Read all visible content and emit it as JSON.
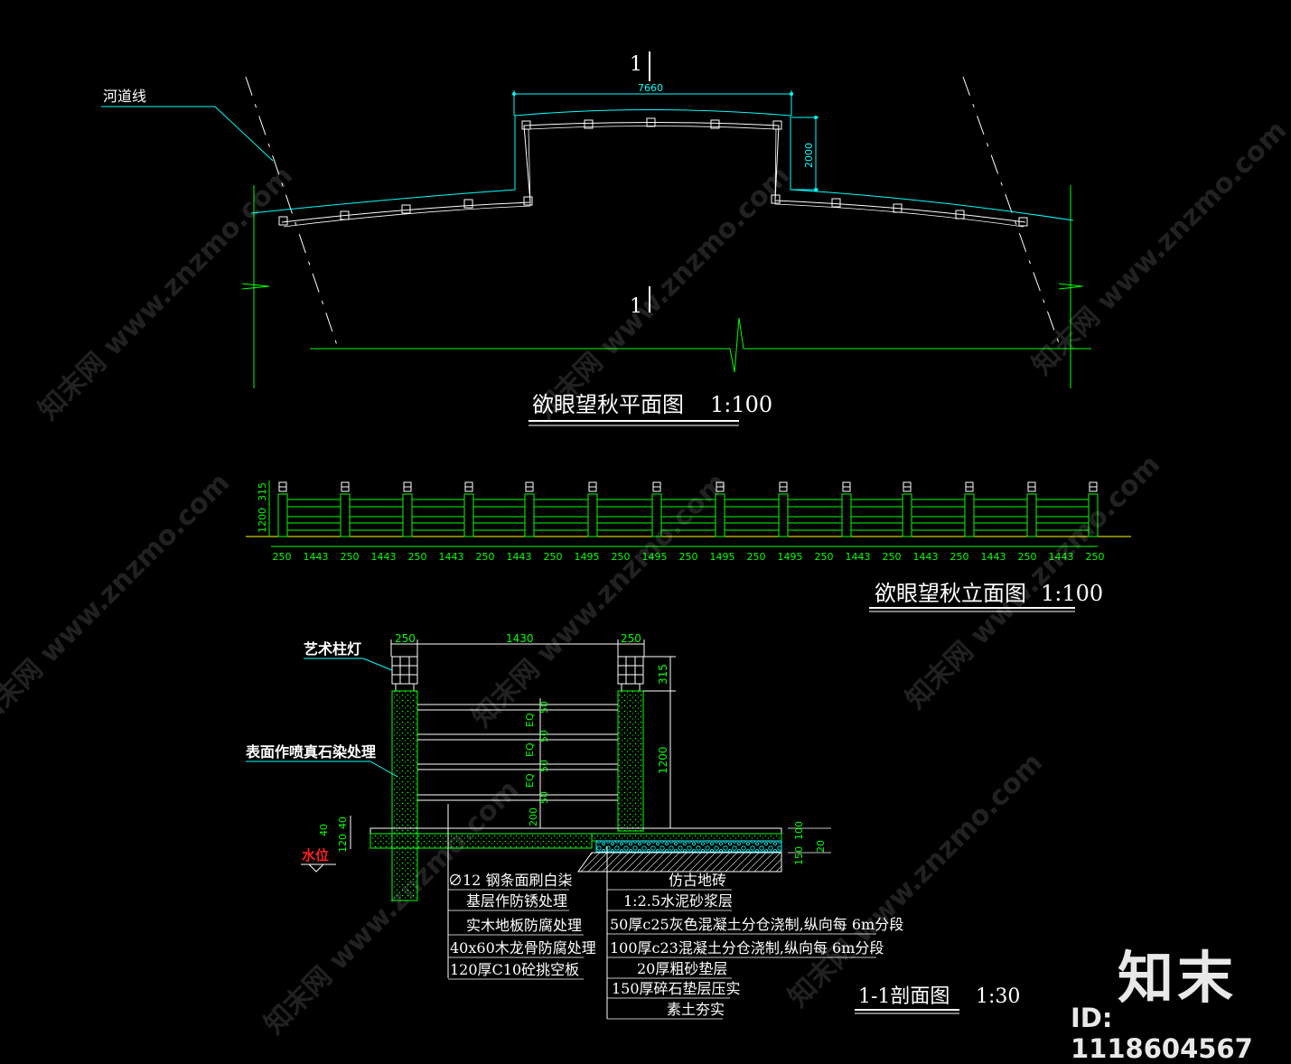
{
  "plan": {
    "river_line_label": "河道线",
    "section_mark_top": "1",
    "section_mark_bottom": "1",
    "dim_width": "7660",
    "dim_depth": "2000",
    "title": "欲眼望秋平面图",
    "scale": "1:100"
  },
  "elevation": {
    "dim_cap": "315",
    "dim_height": "1200",
    "bottom_dims": [
      "250",
      "1443",
      "250",
      "1443",
      "250",
      "1443",
      "250",
      "1443",
      "250",
      "1495",
      "250",
      "1495",
      "250",
      "1495",
      "250",
      "1495",
      "250",
      "1443",
      "250",
      "1443",
      "250",
      "1443",
      "250",
      "1443",
      "250"
    ],
    "title": "欲眼望秋立面图",
    "scale": "1:100"
  },
  "section": {
    "art_lamp_label": "艺术柱灯",
    "surface_label": "表面作喷真石染处理",
    "water_label": "水位",
    "dim_post_left": "250",
    "dim_span": "1430",
    "dim_post_right": "250",
    "dim_cap": "315",
    "dim_height": "1200",
    "rail_dims": [
      "50",
      "EQ",
      "50",
      "EQ",
      "50",
      "EQ",
      "50"
    ],
    "dim_base": "200",
    "left_dims": [
      "40",
      "40",
      "120"
    ],
    "right_dims": [
      "100",
      "150",
      "20"
    ],
    "left_notes": [
      "∅12 钢条面刷白柒",
      "基层作防锈处理",
      "实木地板防腐处理",
      "40x60木龙骨防腐处理",
      "120厚C10砼挑空板"
    ],
    "right_notes": [
      "仿古地砖",
      "1:2.5水泥砂浆层",
      "50厚c25灰色混凝土分仓浇制,纵向每 6m分段",
      "100厚c23混凝土分仓浇制,纵向每 6m分段",
      "20厚粗砂垫层",
      "150厚碎石垫层压实",
      "素土夯实"
    ],
    "title": "1-1剖面图",
    "scale": "1:30"
  },
  "brand": {
    "logo_text": "知末",
    "id_text": "ID: 1118604567",
    "watermark": "知末网 www.znzmo.com"
  },
  "colors": {
    "green": "#00ff00",
    "cyan": "#00ffff",
    "white": "#ffffff",
    "red": "#ff2020",
    "yellow": "#ffff00"
  }
}
